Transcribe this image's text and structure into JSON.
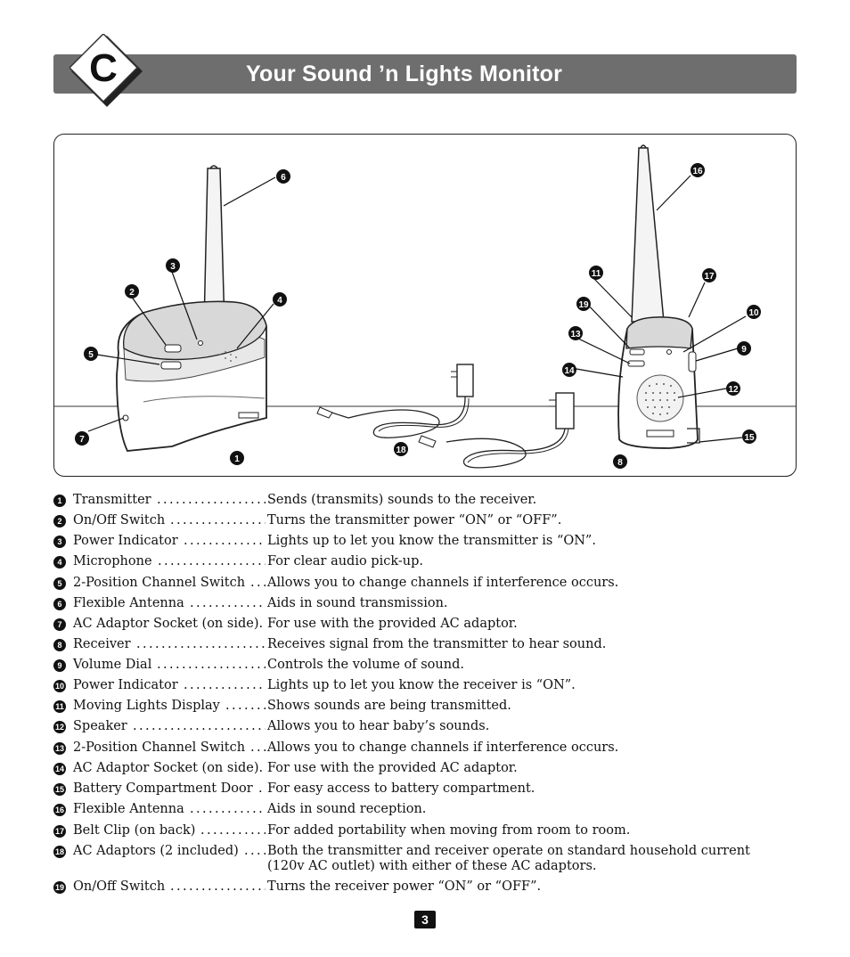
{
  "header": {
    "section_letter": "C",
    "title": "Your Sound ’n Lights Monitor"
  },
  "diagram": {
    "callouts": [
      "1",
      "2",
      "3",
      "4",
      "5",
      "6",
      "7",
      "8",
      "9",
      "10",
      "11",
      "12",
      "13",
      "14",
      "15",
      "16",
      "17",
      "18",
      "19"
    ]
  },
  "legend": [
    {
      "num": "1",
      "term": "Transmitter",
      "desc": "Sends (transmits) sounds to the receiver."
    },
    {
      "num": "2",
      "term": "On/Off Switch",
      "desc": "Turns the transmitter power “ON” or “OFF”."
    },
    {
      "num": "3",
      "term": "Power Indicator",
      "desc": "Lights up to let you know the transmitter is “ON”."
    },
    {
      "num": "4",
      "term": "Microphone",
      "desc": "For clear audio pick-up."
    },
    {
      "num": "5",
      "term": "2-Position Channel Switch",
      "desc": "Allows you to change channels if interference occurs."
    },
    {
      "num": "6",
      "term": "Flexible Antenna",
      "desc": "Aids in sound transmission."
    },
    {
      "num": "7",
      "term": "AC Adaptor Socket (on side).",
      "desc": "For use with the provided AC adaptor."
    },
    {
      "num": "8",
      "term": "Receiver",
      "desc": "Receives signal from the transmitter to hear sound."
    },
    {
      "num": "9",
      "term": "Volume Dial",
      "desc": "Controls the volume of sound."
    },
    {
      "num": "10",
      "term": "Power Indicator",
      "desc": "Lights up to let you know the receiver is “ON”."
    },
    {
      "num": "11",
      "term": "Moving Lights Display",
      "desc": "Shows sounds are being transmitted."
    },
    {
      "num": "12",
      "term": "Speaker",
      "desc": "Allows you to hear baby’s sounds."
    },
    {
      "num": "13",
      "term": "2-Position Channel Switch",
      "desc": "Allows you to change channels if interference occurs."
    },
    {
      "num": "14",
      "term": "AC Adaptor Socket (on side).",
      "desc": "For use with the provided AC adaptor."
    },
    {
      "num": "15",
      "term": "Battery Compartment Door",
      "desc": "For easy access to battery compartment."
    },
    {
      "num": "16",
      "term": "Flexible Antenna",
      "desc": "Aids in sound reception."
    },
    {
      "num": "17",
      "term": "Belt Clip (on back)",
      "desc": "For added portability when moving from room to room."
    },
    {
      "num": "18",
      "term": "AC Adaptors (2 included)",
      "desc": "Both the transmitter and receiver operate on standard household current",
      "desc2": "(120v AC outlet) with either of these AC adaptors."
    },
    {
      "num": "19",
      "term": "On/Off Switch",
      "desc": "Turns the receiver power “ON” or “OFF”."
    }
  ],
  "footer": {
    "page_number": "3"
  }
}
